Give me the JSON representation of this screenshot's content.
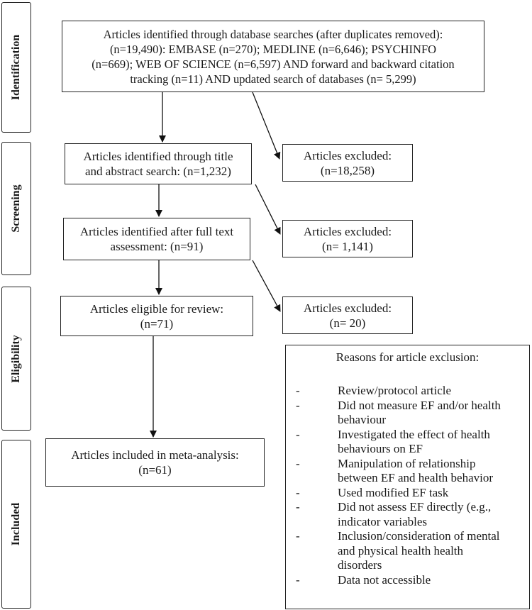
{
  "stages": [
    {
      "id": "identification",
      "label": "Identification"
    },
    {
      "id": "screening",
      "label": "Screening"
    },
    {
      "id": "eligibility",
      "label": "Eligibility"
    },
    {
      "id": "included",
      "label": "Included"
    }
  ],
  "boxes": {
    "identified": {
      "lines": [
        "Articles identified through database searches (after duplicates removed):",
        "(n=19,490): EMBASE (n=270); MEDLINE (n=6,646); PSYCHINFO",
        "(n=669); WEB OF SCIENCE (n=6,597) AND forward and backward citation",
        "tracking (n=11) AND updated search of databases (n= 5,299)"
      ]
    },
    "title_abstract": {
      "lines": [
        "Articles identified through title",
        "and abstract search: (n=1,232)"
      ]
    },
    "excluded_1": {
      "lines": [
        "Articles excluded:",
        "(n=18,258)"
      ]
    },
    "full_text": {
      "lines": [
        "Articles identified after full text",
        "assessment: (n=91)"
      ]
    },
    "excluded_2": {
      "lines": [
        "Articles excluded:",
        "(n= 1,141)"
      ]
    },
    "eligible": {
      "lines": [
        "Articles eligible for review:",
        "(n=71)"
      ]
    },
    "excluded_3": {
      "lines": [
        "Articles excluded:",
        "(n= 20)"
      ]
    },
    "included": {
      "lines": [
        "Articles included in meta-analysis:",
        "(n=61)"
      ]
    }
  },
  "exclusion_reasons": {
    "title": "Reasons for article exclusion:",
    "bullet": "-",
    "items": [
      [
        "Review/protocol article"
      ],
      [
        "Did not measure EF and/or health",
        "behaviour"
      ],
      [
        "Investigated the effect of health",
        "behaviours on EF"
      ],
      [
        "Manipulation of relationship",
        "between EF and health behavior"
      ],
      [
        "Used modified EF task"
      ],
      [
        "Did not assess EF directly (e.g.,",
        "indicator variables"
      ],
      [
        "Inclusion/consideration of mental",
        "and physical health health",
        "disorders"
      ],
      [
        "Data not accessible"
      ]
    ]
  }
}
